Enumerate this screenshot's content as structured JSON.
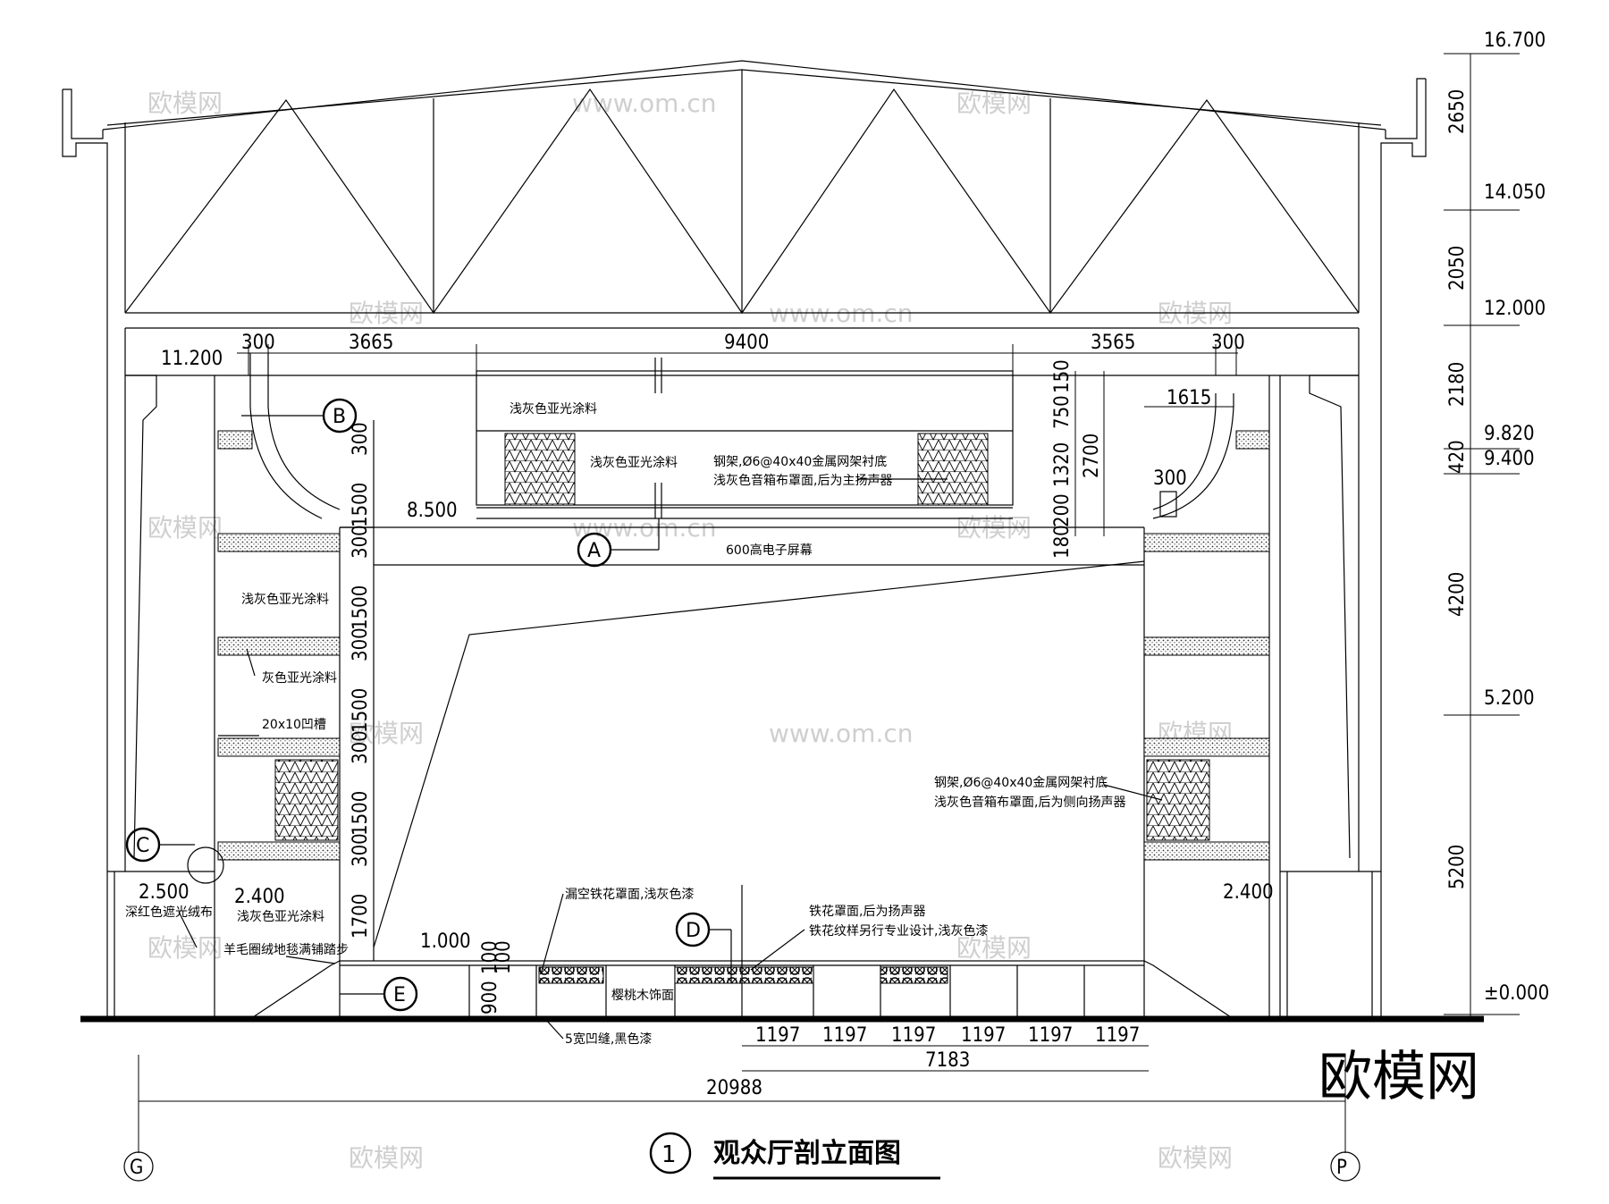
{
  "title": "观众厅剖立面图",
  "title_number": "1",
  "brand": "欧模网",
  "watermark_url": "www.om.cn",
  "elevations": [
    "16.700",
    "14.050",
    "12.000",
    "9.820",
    "9.400",
    "5.200",
    "±0.000",
    "11.200",
    "8.500",
    "2.500",
    "2.400",
    "2.400",
    "1.000"
  ],
  "right_dims": [
    "2650",
    "2050",
    "2180",
    "420",
    "4200",
    "5200"
  ],
  "top_dims": [
    "300",
    "3665",
    "9400",
    "3565",
    "300"
  ],
  "inner_dims": [
    "150",
    "750",
    "1320",
    "2700",
    "200",
    "180",
    "1615",
    "300"
  ],
  "pier_dims": [
    "300",
    "1500",
    "300",
    "1500",
    "300",
    "1500",
    "300",
    "1500",
    "300",
    "1700"
  ],
  "stage_dims": [
    "900",
    "100",
    "100"
  ],
  "bottom_dims": [
    "1197",
    "1197",
    "1197",
    "1197",
    "1197",
    "1197"
  ],
  "total_7183": "7183",
  "total_20988": "20988",
  "grid_left": "G",
  "grid_right": "P",
  "callouts": [
    "A",
    "B",
    "C",
    "D",
    "E"
  ],
  "labels": {
    "paint_top": "浅灰色亚光涂料",
    "paint_box": "浅灰色亚光涂料",
    "speaker_main_1": "钢架,Ø6@40x40金属网架衬底",
    "speaker_main_2": "浅灰色音箱布罩面,后为主扬声器",
    "screen": "600高电子屏幕",
    "paint_left": "浅灰色亚光涂料",
    "paint_grey": "灰色亚光涂料",
    "groove": "20x10凹槽",
    "speaker_side_1": "钢架,Ø6@40x40金属网架衬底",
    "speaker_side_2": "浅灰色音箱布罩面,后为侧向扬声器",
    "paint_lower": "浅灰色亚光涂料",
    "curtain": "深红色遮光绒布",
    "carpet": "羊毛圈绒地毯满铺踏步",
    "grille_left": "漏空铁花罩面,浅灰色漆",
    "grille_mid_1": "铁花罩面,后为扬声器",
    "grille_mid_2": "铁花纹样另行专业设计,浅灰色漆",
    "cherry": "樱桃木饰面",
    "seam": "5宽凹缝,黑色漆"
  }
}
